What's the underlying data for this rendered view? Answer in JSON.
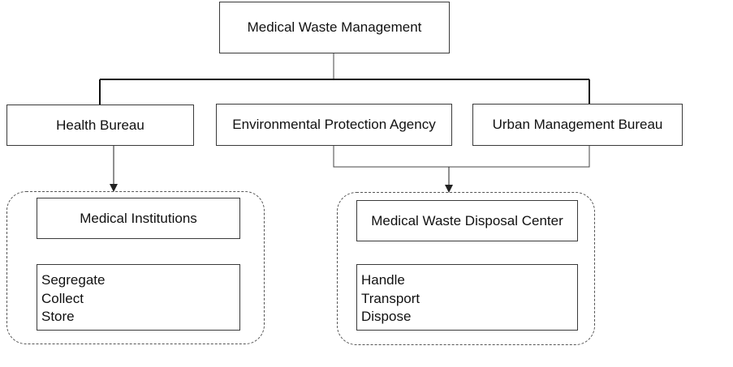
{
  "diagram": {
    "root": {
      "label": "Medical Waste Management"
    },
    "agencies": [
      {
        "label": "Health Bureau"
      },
      {
        "label": "Environmental Protection Agency"
      },
      {
        "label": "Urban Management Bureau"
      }
    ],
    "groups": [
      {
        "title": "Medical Institutions",
        "tasks": [
          "Segregate",
          "Collect",
          "Store"
        ]
      },
      {
        "title": "Medical Waste Disposal Center",
        "tasks": [
          "Handle",
          "Transport",
          "Dispose"
        ]
      }
    ]
  }
}
